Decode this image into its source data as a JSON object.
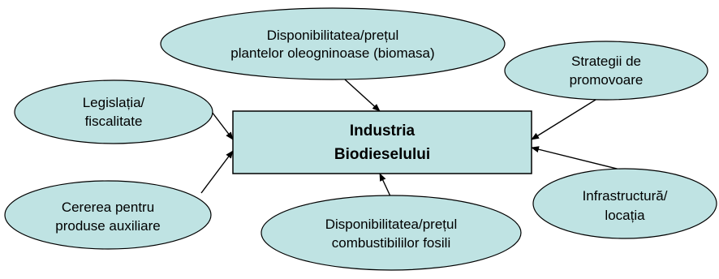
{
  "center": {
    "line1": "Industria",
    "line2": "Biodieselului"
  },
  "nodes": {
    "biomass": {
      "line1": "Disponibilitatea/prețul",
      "line2": "plantelor oleogninoase (biomasa)"
    },
    "promotion": {
      "line1": "Strategii de",
      "line2": "promovoare"
    },
    "legislation": {
      "line1": "Legislația/",
      "line2": "fiscalitate"
    },
    "byproducts": {
      "line1": "Cererea pentru",
      "line2": "produse auxiliare"
    },
    "fossil": {
      "line1": "Disponibilitatea/prețul",
      "line2": "combustibililor fosili"
    },
    "infrastructure": {
      "line1": "Infrastructură/",
      "line2": "locația"
    }
  },
  "colors": {
    "fill": "#bfe3e3",
    "stroke": "#000000"
  }
}
